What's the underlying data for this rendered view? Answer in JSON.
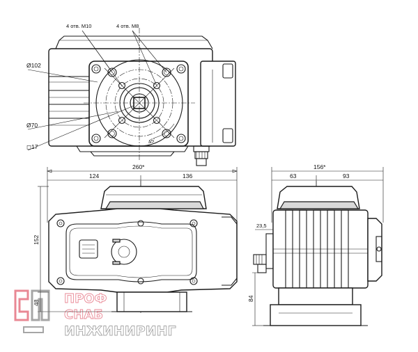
{
  "drawing": {
    "top_view": {
      "callout_m10": "4 отв. М10",
      "callout_m8": "4 отв. М8",
      "dia_102": "Ø102",
      "dia_70": "Ø70",
      "square_17": "◻17",
      "angle_45": "45°"
    },
    "front_view": {
      "width_total": "260*",
      "width_left": "124",
      "width_right": "136",
      "height_total": "152",
      "height_base": "48"
    },
    "side_view": {
      "width_total": "156*",
      "width_left": "63",
      "width_right": "93",
      "offset_small": "23,5",
      "height_base": "84"
    }
  },
  "watermark": {
    "line1": "ПРОФ",
    "line2": "СНАБ",
    "line3": "ИНЖИНИРИНГ",
    "colors": {
      "red": "#d7263d",
      "gray": "#6b6b6b"
    }
  }
}
